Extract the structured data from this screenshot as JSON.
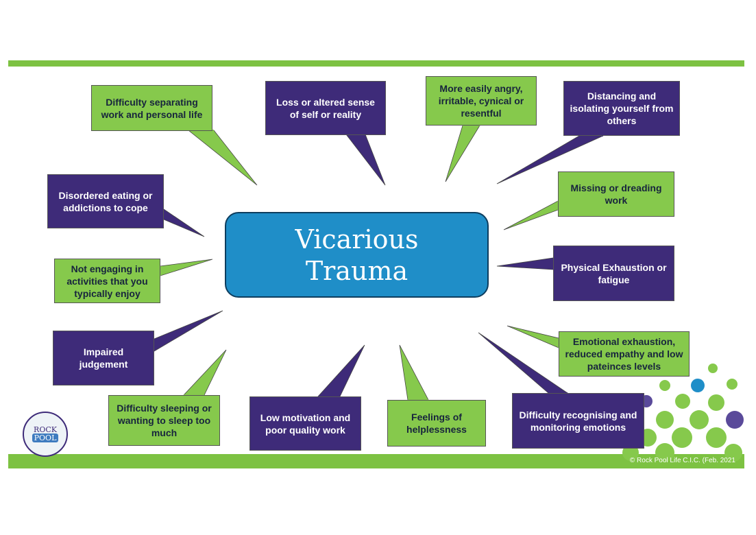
{
  "title": "Vicarious\nTrauma",
  "copyright": "© Rock Pool Life C.I.C. (Feb. 2021",
  "logo": {
    "line1": "ROCK",
    "line2": "POOL"
  },
  "colors": {
    "green": "#86c94c",
    "purple": "#3e2b79",
    "center": "#1f8ec8",
    "bar": "#7dc242"
  },
  "bubbles": [
    {
      "text": "Difficulty separating work and personal life",
      "color": "green"
    },
    {
      "text": "Loss or altered sense of self or reality",
      "color": "purple"
    },
    {
      "text": "More easily angry, irritable, cynical or resentful",
      "color": "green"
    },
    {
      "text": "Distancing and isolating yourself from others",
      "color": "purple"
    },
    {
      "text": "Disordered eating or addictions to cope",
      "color": "purple"
    },
    {
      "text": "Missing or dreading work",
      "color": "green"
    },
    {
      "text": "Not engaging in activities that you typically enjoy",
      "color": "green"
    },
    {
      "text": "Physical Exhaustion or fatigue",
      "color": "purple"
    },
    {
      "text": "Impaired judgement",
      "color": "purple"
    },
    {
      "text": "Emotional exhaustion, reduced empathy and low pateinces levels",
      "color": "green"
    },
    {
      "text": "Difficulty sleeping or wanting to sleep too much",
      "color": "green"
    },
    {
      "text": "Low motivation and poor quality work",
      "color": "purple"
    },
    {
      "text": "Feelings of helplessness",
      "color": "green"
    },
    {
      "text": "Difficulty recognising and monitoring emotions",
      "color": "purple"
    }
  ]
}
